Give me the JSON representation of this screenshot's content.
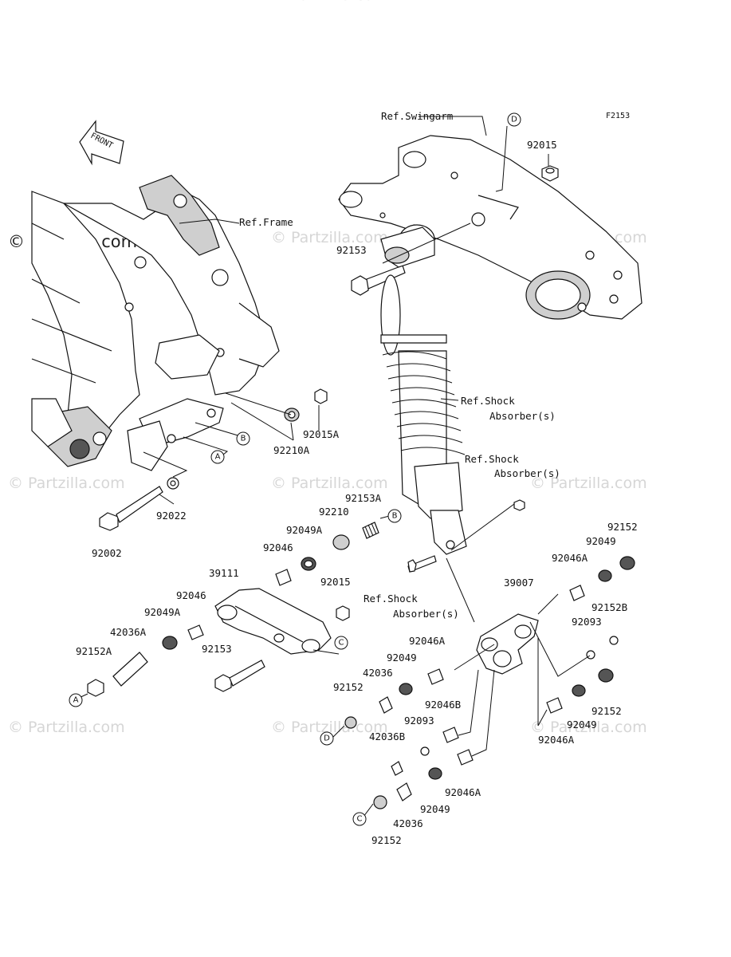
{
  "figure_code": "F2153",
  "watermark": "© Partzilla.com",
  "front_label": "FRONT",
  "references": {
    "swingarm": "Ref.Swingarm",
    "frame": "Ref.Frame",
    "shock_top": "Ref.Shock",
    "shock_top2": "Absorber(s)",
    "shock_mid": "Ref.Shock",
    "shock_mid2": "Absorber(s)",
    "shock_low": "Ref.Shock",
    "shock_low2": "Absorber(s)"
  },
  "callouts": {
    "A": "A",
    "B": "B",
    "C": "C",
    "D": "D"
  },
  "parts": {
    "p92015_top": "92015",
    "p92153_top": "92153",
    "p92015A": "92015A",
    "p92210A": "92210A",
    "p92022": "92022",
    "p92002": "92002",
    "p92153A": "92153A",
    "p92210": "92210",
    "p92049A_upper": "92049A",
    "p92046_upper": "92046",
    "p39111": "39111",
    "p92015_mid": "92015",
    "p92046_left": "92046",
    "p92049A_left": "92049A",
    "p42036A": "42036A",
    "p92153_mid": "92153",
    "p92152A": "92152A",
    "p92152_r1": "92152",
    "p92049_r1": "92049",
    "p92046A_r1": "92046A",
    "p39007": "39007",
    "p92152B": "92152B",
    "p92093_r": "92093",
    "p92152_r2": "92152",
    "p92049_r2": "92049",
    "p92046A_r2": "92046A",
    "p92046A_c": "92046A",
    "p92049_c": "92049",
    "p42036_c": "42036",
    "p92152_c": "92152",
    "p92046B": "92046B",
    "p92093_c": "92093",
    "p42036B": "42036B",
    "p92049_c2": "92049",
    "p92046A_c2": "92046A",
    "p42036_c2": "42036",
    "p92152_c2": "92152"
  }
}
